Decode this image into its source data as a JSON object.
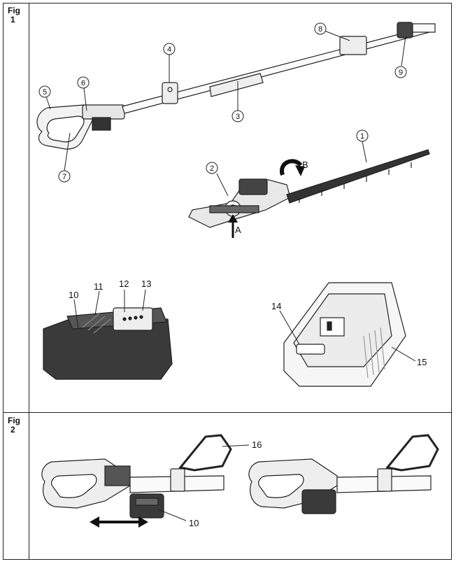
{
  "fig1": {
    "label": "Fig",
    "number": "1"
  },
  "fig2": {
    "label": "Fig",
    "number": "2"
  },
  "callouts_circled": [
    "1",
    "2",
    "3",
    "4",
    "5",
    "6",
    "7",
    "8",
    "9"
  ],
  "arrow_labels": {
    "a": "A",
    "b": "B"
  },
  "callouts_plain": {
    "c10": "10",
    "c11": "11",
    "c12": "12",
    "c13": "13",
    "c14": "14",
    "c15": "15",
    "c16": "16",
    "c10b": "10"
  }
}
